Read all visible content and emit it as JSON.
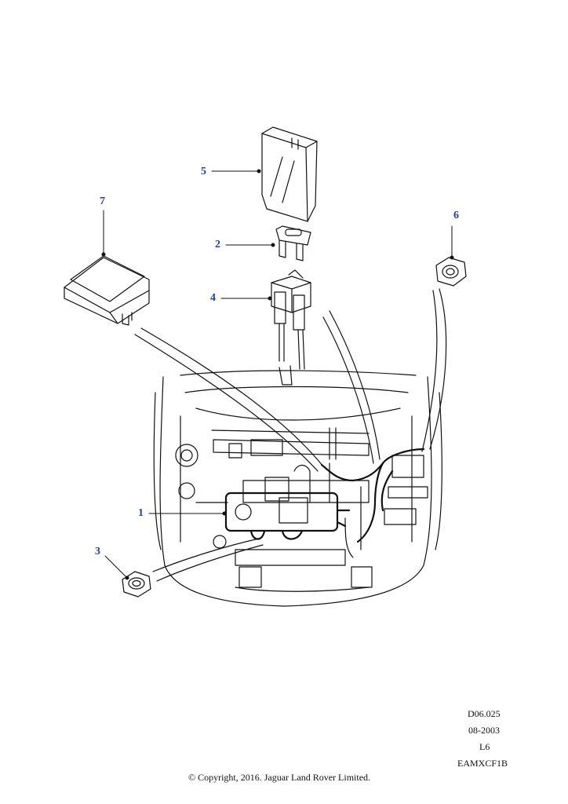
{
  "callouts": [
    {
      "id": "1",
      "label": "1"
    },
    {
      "id": "2",
      "label": "2"
    },
    {
      "id": "3",
      "label": "3"
    },
    {
      "id": "4",
      "label": "4"
    },
    {
      "id": "5",
      "label": "5"
    },
    {
      "id": "6",
      "label": "6"
    },
    {
      "id": "7",
      "label": "7"
    }
  ],
  "meta": {
    "diagram_code": "D06.025",
    "date": "08-2003",
    "model": "L6",
    "part_code": "EAMXCF1B"
  },
  "copyright": "© Copyright, 2016. Jaguar Land Rover Limited.",
  "colors": {
    "callout": "#1f3fb5",
    "line": "#111111"
  }
}
